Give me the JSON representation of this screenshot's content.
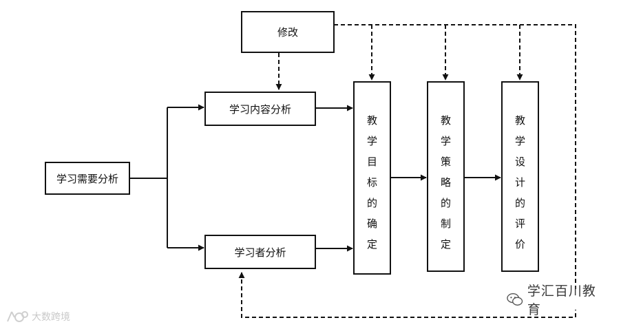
{
  "diagram": {
    "boxes": {
      "needs": "学习需要分析",
      "content": "学习内容分析",
      "learner": "学习者分析",
      "revise": "修改",
      "objectives": [
        "教",
        "学",
        "目",
        "标",
        "的",
        "确",
        "定"
      ],
      "strategy": [
        "教",
        "学",
        "策",
        "略",
        "的",
        "制",
        "定"
      ],
      "evaluation": [
        "教",
        "学",
        "设",
        "计",
        "的",
        "评",
        "价"
      ]
    }
  },
  "watermarks": {
    "right": "学汇百川教育",
    "left": "大数跨境"
  }
}
